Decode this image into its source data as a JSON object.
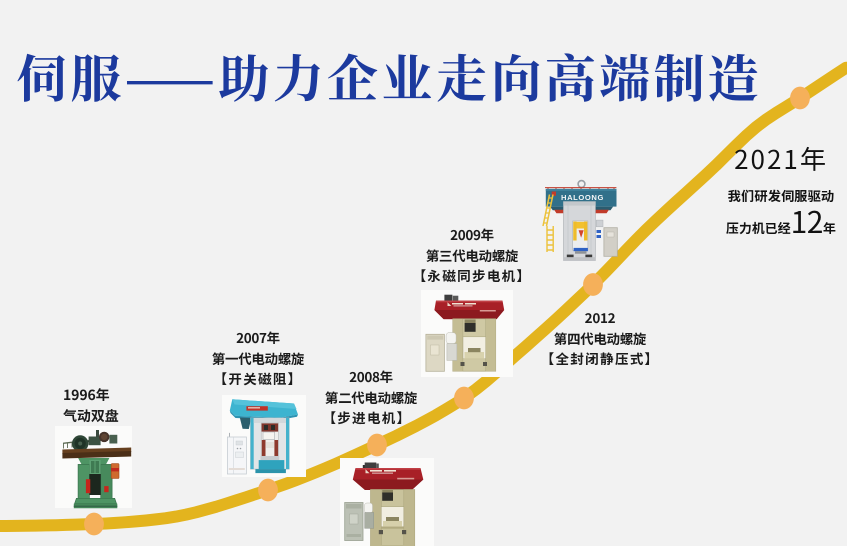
{
  "page": {
    "background": "#f2f2f2",
    "accent_gold": "#e3b41e",
    "dot_orange": "#f5b05a",
    "title_blue": "#1c3a9e",
    "text_black": "#1b1b1b"
  },
  "title": {
    "text": "伺服——助力企业走向高端制造"
  },
  "timeline": {
    "milestones": [
      {
        "year": "1996年",
        "name": "气动双盘",
        "detail": ""
      },
      {
        "year": "2007年",
        "name": "第一代电动螺旋",
        "detail": "【开关磁阻】"
      },
      {
        "year": "2008年",
        "name": "第二代电动螺旋",
        "detail": "【步进电机】"
      },
      {
        "year": "2009年",
        "name": "第三代电动螺旋",
        "detail": "【永磁同步电机】"
      },
      {
        "year": "2012",
        "name": "第四代电动螺旋",
        "detail": "【全封闭静压式】"
      }
    ],
    "highlight": {
      "year": "2021年",
      "line1": "我们研发伺服驱动",
      "line2_prefix": "压力机已经",
      "line2_number": "12",
      "line2_suffix": "年"
    }
  },
  "machines": {
    "m2012_brand": "HALOONG"
  }
}
